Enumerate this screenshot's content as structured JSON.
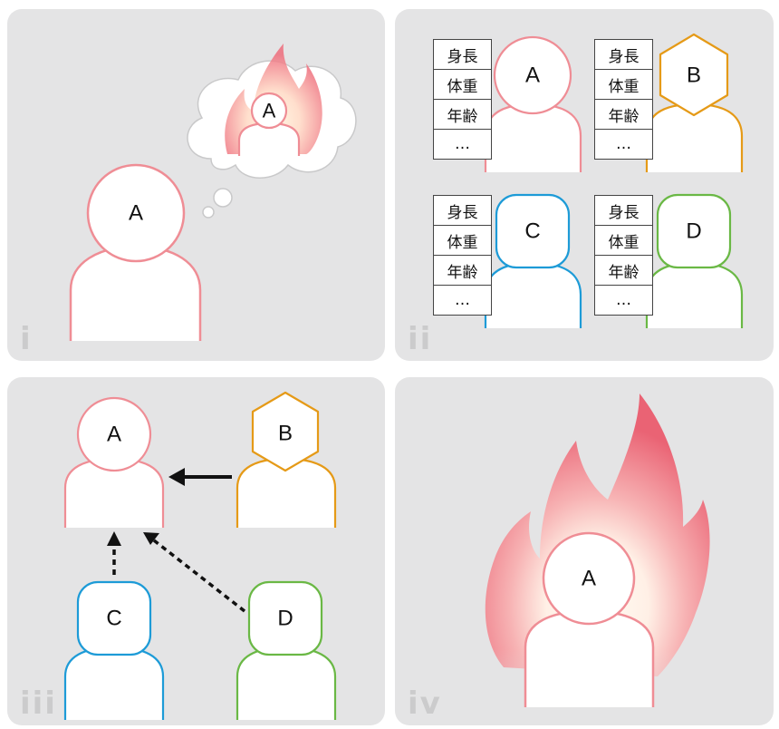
{
  "panels": {
    "p1": {
      "label": "i",
      "person": "A",
      "thought_person": "A"
    },
    "p2": {
      "label": "ii",
      "people": [
        "A",
        "B",
        "C",
        "D"
      ],
      "card_rows": [
        "身長",
        "体重",
        "年齢",
        "…"
      ]
    },
    "p3": {
      "label": "iii",
      "people": [
        "A",
        "B",
        "C",
        "D"
      ]
    },
    "p4": {
      "label": "iv",
      "person": "A"
    }
  },
  "colors": {
    "panel_bg": "#e4e4e5",
    "A": "#ef8d95",
    "B": "#e59a17",
    "C": "#1d9bd7",
    "D": "#6ab845",
    "flame": "#ee6d7c"
  }
}
